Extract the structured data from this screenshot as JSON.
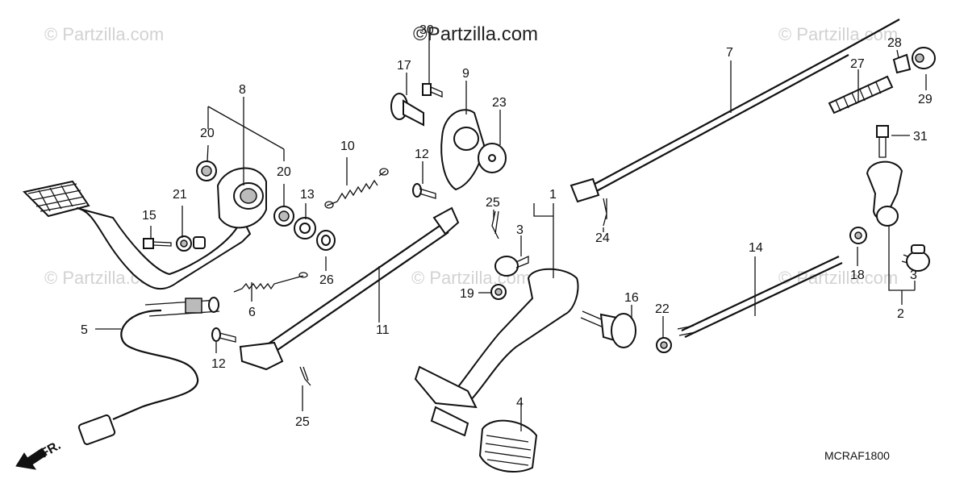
{
  "watermark": {
    "main": "©Partzilla.com",
    "faint": "© Partzilla.com"
  },
  "diagram_code": "MCRAF1800",
  "front_indicator": "FR.",
  "callouts": {
    "c1": "1",
    "c2": "2",
    "c3a": "3",
    "c3b": "3",
    "c4": "4",
    "c5": "5",
    "c6": "6",
    "c7": "7",
    "c8": "8",
    "c9": "9",
    "c10": "10",
    "c11": "11",
    "c12a": "12",
    "c12b": "12",
    "c13": "13",
    "c14": "14",
    "c15": "15",
    "c16": "16",
    "c17": "17",
    "c18": "18",
    "c19": "19",
    "c20a": "20",
    "c20b": "20",
    "c21": "21",
    "c22": "22",
    "c23": "23",
    "c24": "24",
    "c25a": "25",
    "c25b": "25",
    "c26": "26",
    "c27": "27",
    "c28": "28",
    "c29": "29",
    "c30": "30",
    "c31": "31"
  }
}
